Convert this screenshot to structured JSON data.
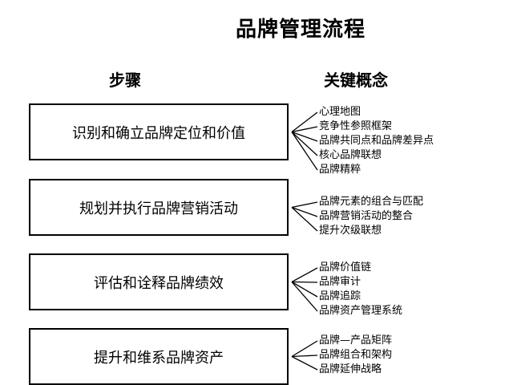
{
  "title": "品牌管理流程",
  "headers": {
    "steps": "步骤",
    "concepts": "关键概念"
  },
  "stages": [
    {
      "step": "识别和确立品牌定位和价值",
      "concepts": [
        "心理地图",
        "竞争性参照框架",
        "品牌共同点和品牌差异点",
        "核心品牌联想",
        "品牌精粹"
      ]
    },
    {
      "step": "规划并执行品牌营销活动",
      "concepts": [
        "品牌元素的组合与匹配",
        "品牌营销活动的整合",
        "提升次级联想"
      ]
    },
    {
      "step": "评估和诠释品牌绩效",
      "concepts": [
        "品牌价值链",
        "品牌审计",
        "品牌追踪",
        "品牌资产管理系统"
      ]
    },
    {
      "step": "提升和维系品牌资产",
      "concepts": [
        "品牌—产品矩阵",
        "品牌组合和架构",
        "品牌延伸战略"
      ]
    }
  ]
}
